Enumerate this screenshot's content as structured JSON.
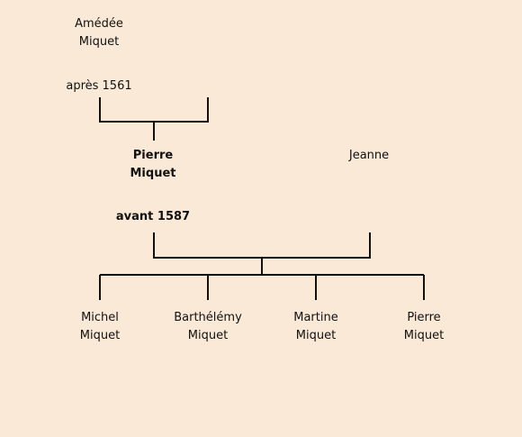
{
  "grandparent": {
    "first_name": "Amédée",
    "last_name": "Miquet",
    "death": "après 1561"
  },
  "father": {
    "first_name": "Pierre",
    "last_name": "Miquet",
    "death": "avant 1587"
  },
  "mother": {
    "first_name": "Jeanne"
  },
  "children": [
    {
      "first_name": "Michel",
      "last_name": "Miquet"
    },
    {
      "first_name": "Barthélémy",
      "last_name": "Miquet"
    },
    {
      "first_name": "Martine",
      "last_name": "Miquet"
    },
    {
      "first_name": "Pierre",
      "last_name": "Miquet"
    }
  ]
}
